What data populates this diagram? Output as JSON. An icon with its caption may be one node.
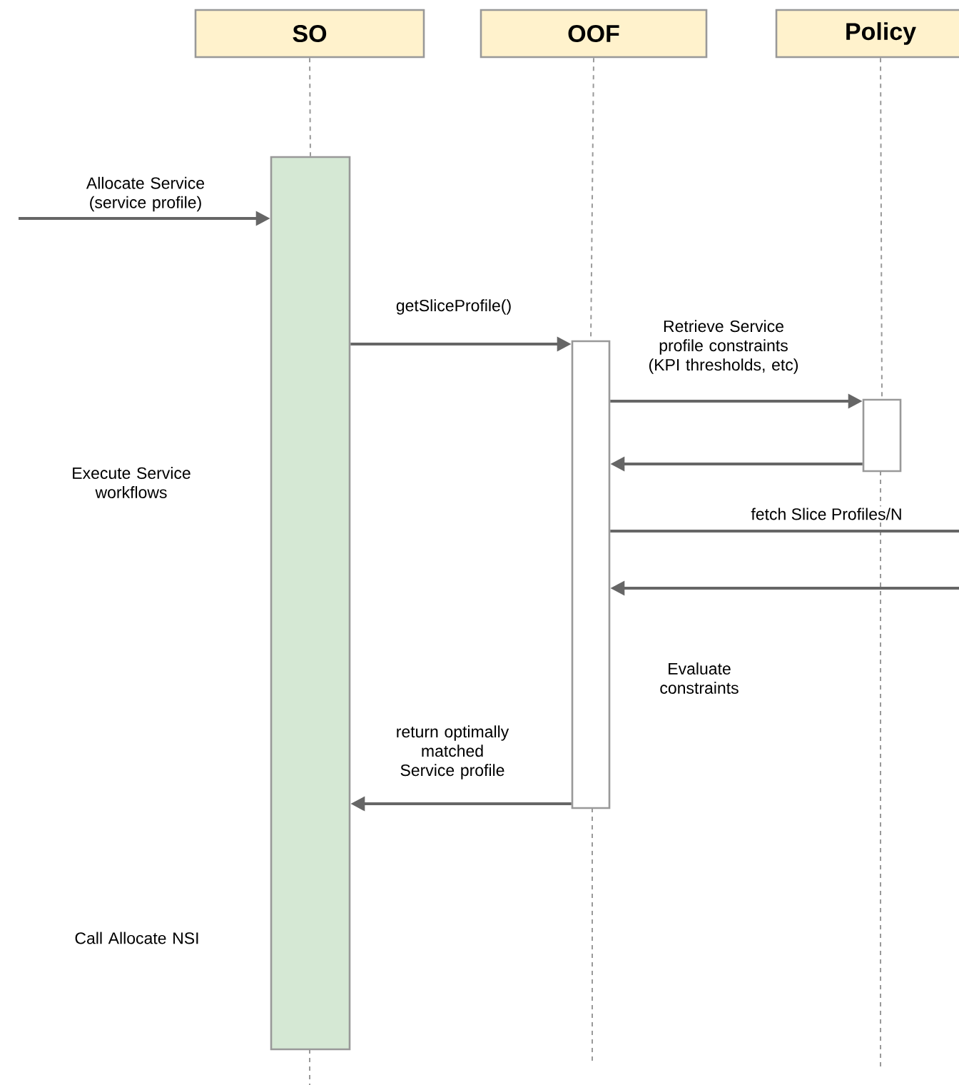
{
  "diagram": {
    "nodes": [
      {
        "text": [
          "SO"
        ]
      },
      {
        "text": [
          "OOF"
        ]
      },
      {
        "text": [
          "Policy"
        ]
      },
      {
        "text": [],
        "shape": "bar"
      },
      {
        "text": [],
        "shape": "bar"
      },
      {
        "text": [],
        "shape": "bar"
      }
    ],
    "edges": [
      {
        "from": null,
        "to": 3,
        "arrow": "to",
        "label": "Allocate Service (service profile)"
      },
      {
        "from": 3,
        "to": 4,
        "arrow": "to",
        "label": "getSliceProfile()"
      },
      {
        "from": 4,
        "to": 5,
        "arrow": "to",
        "label": "Retrieve Service profile constraints (KPI thresholds, etc)"
      },
      {
        "from": 5,
        "to": 4,
        "arrow": "to"
      },
      {
        "from": 4,
        "to": null,
        "arrow": "none",
        "label": "fetch Slice Profiles/N"
      },
      {
        "from": null,
        "to": 4,
        "arrow": "to"
      },
      {
        "from": 4,
        "to": 3,
        "arrow": "to",
        "label": "return optimally matched Service profile"
      },
      {
        "from": 0,
        "to": 3,
        "arrow": "none",
        "style": "dashed",
        "color": "#999999"
      },
      {
        "from": 1,
        "to": 4,
        "arrow": "none",
        "style": "dashed",
        "color": "#999999"
      },
      {
        "from": 2,
        "to": 5,
        "arrow": "none",
        "style": "dashed",
        "color": "#999999"
      }
    ],
    "labels": [
      "Execute Service workflows",
      "Evaluate constraints",
      "Call Allocate NSI"
    ]
  }
}
